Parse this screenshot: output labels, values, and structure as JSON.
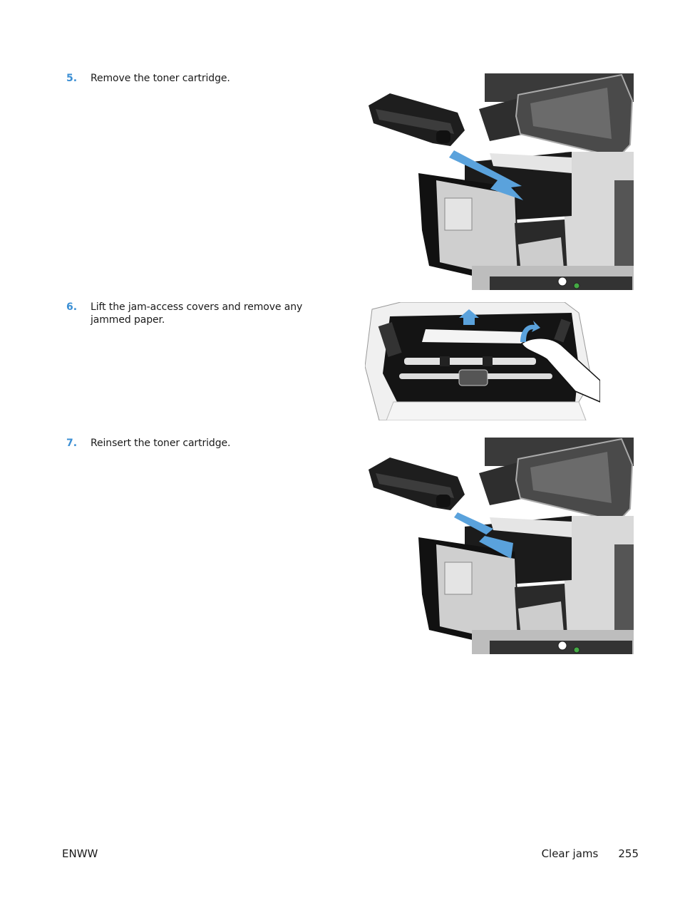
{
  "steps": [
    {
      "number": "5.",
      "text": "Remove the toner cartridge.",
      "figure": {
        "icon": "printer-remove-toner-illustration",
        "arrow_direction": "out"
      }
    },
    {
      "number": "6.",
      "text": "Lift the jam-access covers and remove any jammed paper.",
      "figure": {
        "icon": "printer-jam-access-illustration",
        "arrow_direction": "up"
      }
    },
    {
      "number": "7.",
      "text": "Reinsert the toner cartridge.",
      "figure": {
        "icon": "printer-insert-toner-illustration",
        "arrow_direction": "in"
      }
    }
  ],
  "footer": {
    "left": "ENWW",
    "section": "Clear jams",
    "page_number": "255"
  },
  "colors": {
    "step_number": "#3b8fd4",
    "arrow": "#5aa2dc",
    "text": "#1a1a1a"
  }
}
